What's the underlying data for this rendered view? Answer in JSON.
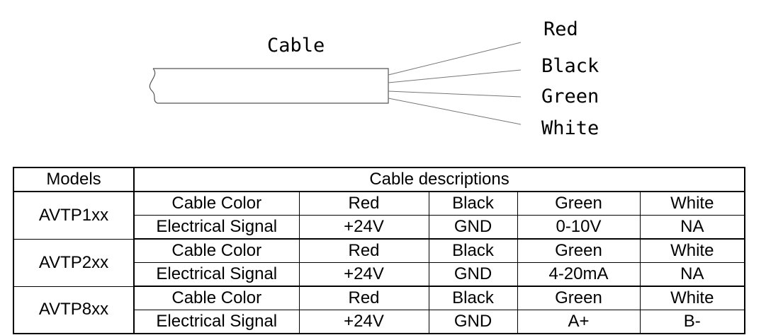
{
  "diagram": {
    "cable_label": "Cable",
    "wires": [
      "Red",
      "Black",
      "Green",
      "White"
    ]
  },
  "table": {
    "header_models": "Models",
    "header_descriptions": "Cable descriptions",
    "rows": [
      {
        "model": "AVTP1xx",
        "color_label": "Cable Color",
        "colors": [
          "Red",
          "Black",
          "Green",
          "White"
        ],
        "signal_label": "Electrical Signal",
        "signals": [
          "+24V",
          "GND",
          "0-10V",
          "NA"
        ]
      },
      {
        "model": "AVTP2xx",
        "color_label": "Cable Color",
        "colors": [
          "Red",
          "Black",
          "Green",
          "White"
        ],
        "signal_label": "Electrical Signal",
        "signals": [
          "+24V",
          "GND",
          "4-20mA",
          "NA"
        ]
      },
      {
        "model": "AVTP8xx",
        "color_label": "Cable Color",
        "colors": [
          "Red",
          "Black",
          "Green",
          "White"
        ],
        "signal_label": "Electrical Signal",
        "signals": [
          "+24V",
          "GND",
          "A+",
          "B-"
        ]
      }
    ]
  }
}
